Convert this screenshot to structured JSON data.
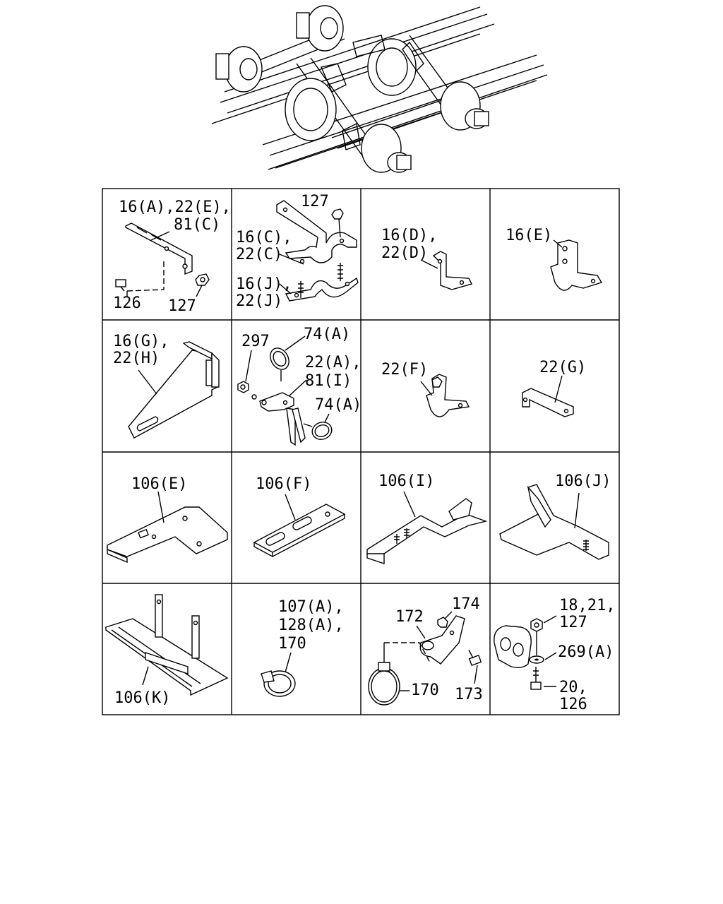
{
  "overview": {
    "icon": "rear-axle-frame-overview-drawing"
  },
  "grid": {
    "line_color": "#000000",
    "cells": [
      {
        "id": "r1c1",
        "labels": [
          "16(A),22(E),",
          "81(C)",
          "126",
          "127"
        ]
      },
      {
        "id": "r1c2",
        "labels": [
          "127",
          "16(C),",
          "22(C)",
          "16(J),",
          "22(J)"
        ]
      },
      {
        "id": "r1c3",
        "labels": [
          "16(D),",
          "22(D)"
        ]
      },
      {
        "id": "r1c4",
        "labels": [
          "16(E)"
        ]
      },
      {
        "id": "r2c1",
        "labels": [
          "16(G),",
          "22(H)"
        ]
      },
      {
        "id": "r2c2",
        "labels": [
          "297",
          "74(A)",
          "22(A),",
          "81(I)",
          "74(A)"
        ]
      },
      {
        "id": "r2c3",
        "labels": [
          "22(F)"
        ]
      },
      {
        "id": "r2c4",
        "labels": [
          "22(G)"
        ]
      },
      {
        "id": "r3c1",
        "labels": [
          "106(E)"
        ]
      },
      {
        "id": "r3c2",
        "labels": [
          "106(F)"
        ]
      },
      {
        "id": "r3c3",
        "labels": [
          "106(I)"
        ]
      },
      {
        "id": "r3c4",
        "labels": [
          "106(J)"
        ]
      },
      {
        "id": "r4c1",
        "labels": [
          "106(K)"
        ]
      },
      {
        "id": "r4c2",
        "labels": [
          "107(A),",
          "128(A),",
          "170"
        ]
      },
      {
        "id": "r4c3",
        "labels": [
          "172",
          "174",
          "170",
          "173"
        ]
      },
      {
        "id": "r4c4",
        "labels": [
          "18,21,",
          "127",
          "269(A)",
          "20,",
          "126"
        ]
      }
    ]
  }
}
